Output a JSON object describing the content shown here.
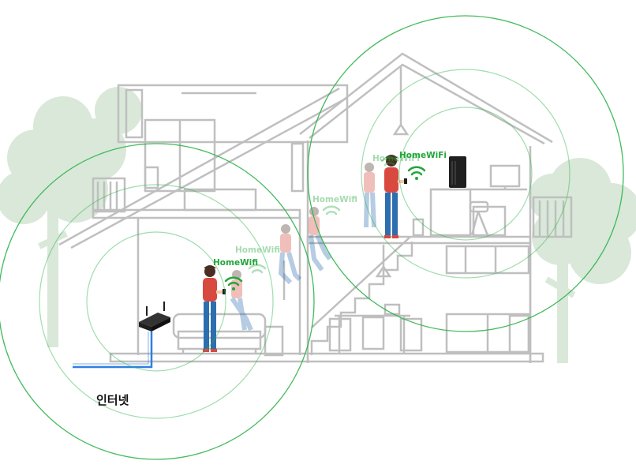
{
  "labels": {
    "internet": "인터넷",
    "wifi_name": "HomeWiFi",
    "wifi_name_alt": "HomeWifi"
  },
  "colors": {
    "wall": "#bfbfbf",
    "tree": "#d9e8d9",
    "coverage_ring": "#2db34a",
    "wifi_text": "#22a63a",
    "cable": "#2f7fe0",
    "person_top": "#d84a3f",
    "person_jeans": "#2d6eb0",
    "person_hair": "#4a2e22",
    "router": "#1f1f1f"
  },
  "icons": [
    "router-icon",
    "mesh-satellite-icon",
    "wifi-signal-icon",
    "tree-icon",
    "person-with-phone-icon"
  ]
}
